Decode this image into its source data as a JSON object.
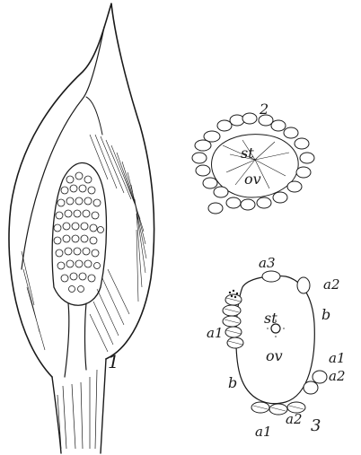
{
  "figures": {
    "fig1": {
      "number": "1"
    },
    "fig2": {
      "number": "2",
      "labels": {
        "stigma": "st",
        "ovary": "ov"
      }
    },
    "fig3": {
      "number": "3",
      "labels": {
        "stigma": "st",
        "ovary": "ov",
        "a3": "a3",
        "a2_top": "a2",
        "b_right": "b",
        "a1_left": "a1",
        "a1_right": "a1",
        "a2_right": "a2",
        "b_left": "b",
        "a2_bottom": "a2",
        "a1_bottom": "a1"
      }
    }
  },
  "colors": {
    "ink": "#1a1a1a",
    "paper": "#ffffff"
  }
}
